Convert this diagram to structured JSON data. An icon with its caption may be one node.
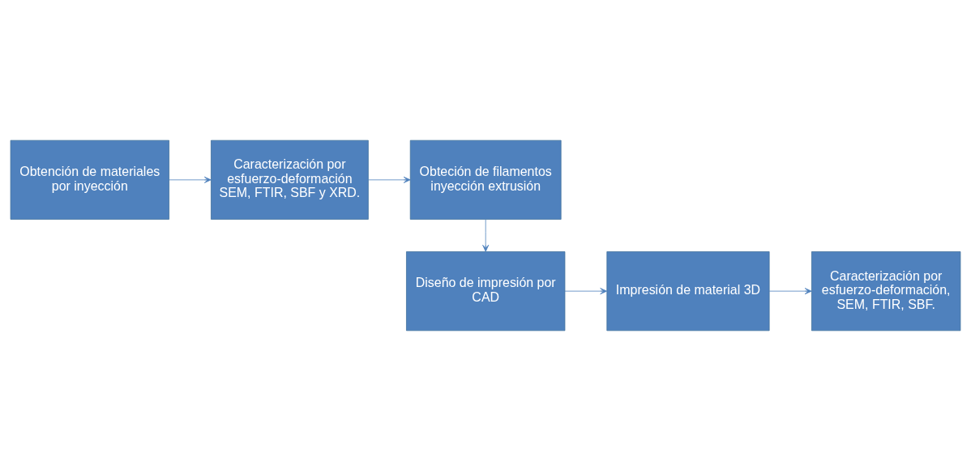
{
  "diagram": {
    "nodes": [
      {
        "text": [
          "Obtención de materiales por inyección"
        ]
      },
      {
        "text": [
          "Caracterización por esfuerzo-deformación SEM, FTIR, SBF y XRD."
        ]
      },
      {
        "text": [
          "Obteción de filamentos inyección extrusión"
        ]
      },
      {
        "text": [
          "Diseño de impresión por CAD"
        ]
      },
      {
        "text": [
          "Impresión de material 3D"
        ]
      },
      {
        "text": [
          "Caracterización por esfuerzo-deformación, SEM, FTIR, SBF."
        ]
      }
    ],
    "edges": [
      {
        "from": 0,
        "to": 1,
        "arrow": "to"
      },
      {
        "from": 1,
        "to": 2,
        "arrow": "to"
      },
      {
        "from": 2,
        "to": 3,
        "arrow": "to"
      },
      {
        "from": 3,
        "to": 4,
        "arrow": "to"
      },
      {
        "from": 4,
        "to": 5,
        "arrow": "to"
      }
    ]
  }
}
